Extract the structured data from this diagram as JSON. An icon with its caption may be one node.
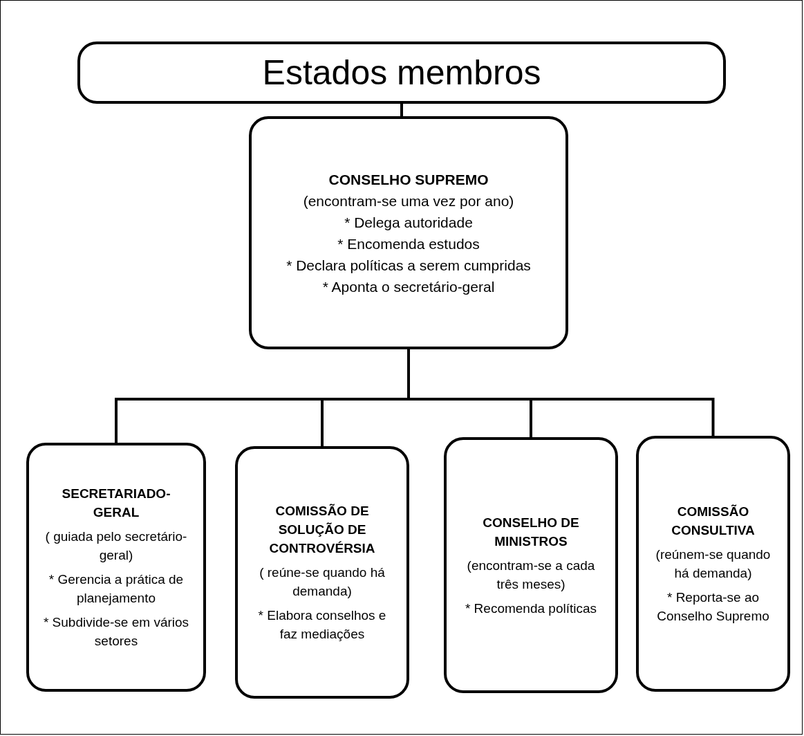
{
  "diagram": {
    "nodes": [
      {
        "text": [
          "Estados membros"
        ]
      },
      {
        "text": [
          "CONSELHO SUPREMO",
          "(encontram-se uma vez por ano)",
          "* Delega autoridade",
          "* Encomenda estudos",
          "* Declara políticas a serem cumpridas",
          "* Aponta o secretário-geral"
        ]
      },
      {
        "text": [
          "SECRETARIADO-GERAL",
          "( guiada pelo secretário-geral)",
          "* Gerencia a prática de planejamento",
          "* Subdivide-se em vários setores"
        ]
      },
      {
        "text": [
          "COMISSÃO DE SOLUÇÃO DE CONTROVÉRSIA",
          "( reúne-se quando há demanda)",
          "* Elabora conselhos e faz mediações"
        ]
      },
      {
        "text": [
          "CONSELHO DE MINISTROS",
          "(encontram-se a cada três meses)",
          "* Recomenda políticas"
        ]
      },
      {
        "text": [
          "COMISSÃO CONSULTIVA",
          "(reúnem-se quando há demanda)",
          "* Reporta-se ao Conselho Supremo"
        ]
      }
    ],
    "edges": [
      {
        "from": 0,
        "to": 1,
        "arrow": "none"
      },
      {
        "from": 1,
        "to": 2,
        "arrow": "none"
      },
      {
        "from": 1,
        "to": 3,
        "arrow": "none"
      },
      {
        "from": 1,
        "to": 4,
        "arrow": "none"
      },
      {
        "from": 1,
        "to": 5,
        "arrow": "none"
      }
    ]
  }
}
